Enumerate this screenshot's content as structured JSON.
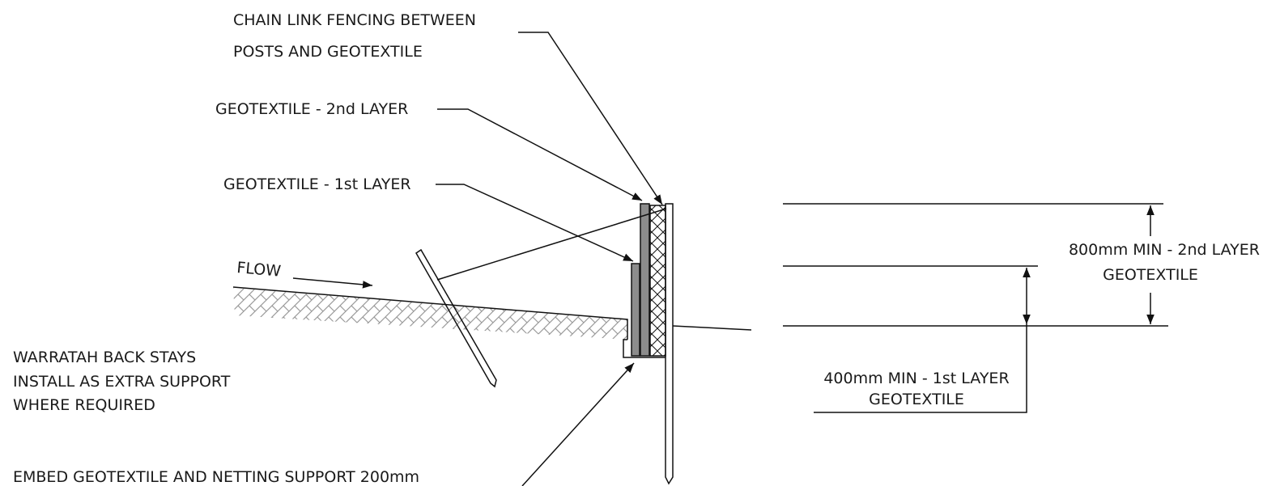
{
  "labels": {
    "chain_link_line1": "CHAIN LINK FENCING BETWEEN",
    "chain_link_line2": "POSTS AND GEOTEXTILE",
    "geotextile_2nd": "GEOTEXTILE - 2nd LAYER",
    "geotextile_1st": "GEOTEXTILE - 1st LAYER",
    "flow": "FLOW",
    "warratah_line1": "WARRATAH BACK STAYS",
    "warratah_line2": "INSTALL AS EXTRA SUPPORT",
    "warratah_line3": "WHERE REQUIRED",
    "embed": "EMBED GEOTEXTILE AND NETTING SUPPORT 200mm",
    "dim_800_line1": "800mm MIN - 2nd LAYER",
    "dim_800_line2": "GEOTEXTILE",
    "dim_400_line1": "400mm MIN - 1st LAYER",
    "dim_400_line2": "GEOTEXTILE"
  },
  "colors": {
    "line": "#111111",
    "geotextile_fill": "#8c8c8c",
    "ground_hatch": "#9a9a9a"
  }
}
